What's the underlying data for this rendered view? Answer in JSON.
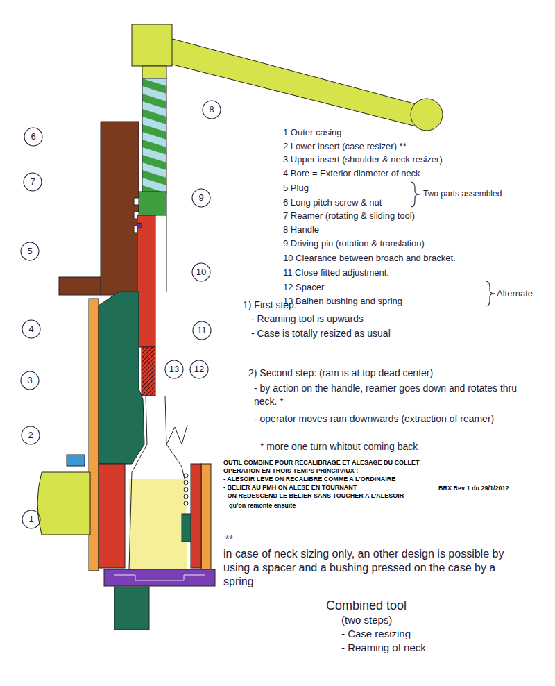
{
  "diagram": {
    "nodes": [
      {
        "text": [
          "Combined tool",
          "(two steps)",
          "- Case resizing",
          "- Reaming of neck"
        ]
      }
    ],
    "labels": [
      "8",
      "6",
      "7",
      "5",
      "4",
      "3",
      "2",
      "1",
      "9",
      "10",
      "11",
      "13",
      "12",
      "1 Outer casing",
      "2 Lower insert (case resizer) **",
      "3 Upper insert (shoulder & neck resizer)",
      "4 Bore = Exterior diameter of neck",
      "5 Plug",
      "Two parts assembled",
      "6 Long pitch screw & nut",
      "7 Reamer (rotating & sliding tool)",
      "8 Handle",
      "9 Driving pin (rotation & translation)",
      "10 Clearance between broach and bracket.",
      "11 Close fitted adjustment.",
      "12 Spacer",
      "13 Balhen bushing and spring",
      "Alternate",
      "1) First step:",
      "- Reaming tool is upwards",
      "- Case is totally resized as usual",
      "2) Second step: (ram is at top dead center)",
      "- by action on the handle, reamer goes down and rotates thru neck. *",
      "- operator moves ram downwards (extraction of reamer)",
      "* more one turn whitout coming back",
      "OUTIL COMBINE POUR RECALIBRAGE ET ALESAGE DU COLLET",
      "OPERATION EN TROIS TEMPS PRINCIPAUX :",
      "- ALESOIR LEVE ON RECALIBRE COMME A L'ORDINAIRE",
      "- BELIER AU PMH ON ALESE EN TOURNANT",
      "- ON REDESCEND LE BELIER SANS TOUCHER A L'ALESOIR",
      "qu'on remonte ensuite",
      "BRX Rev 1 du 29/1/2012",
      "**",
      "in case of neck sizing only, an other design is possible by using a spacer and a bushing pressed on the case by a spring"
    ]
  }
}
